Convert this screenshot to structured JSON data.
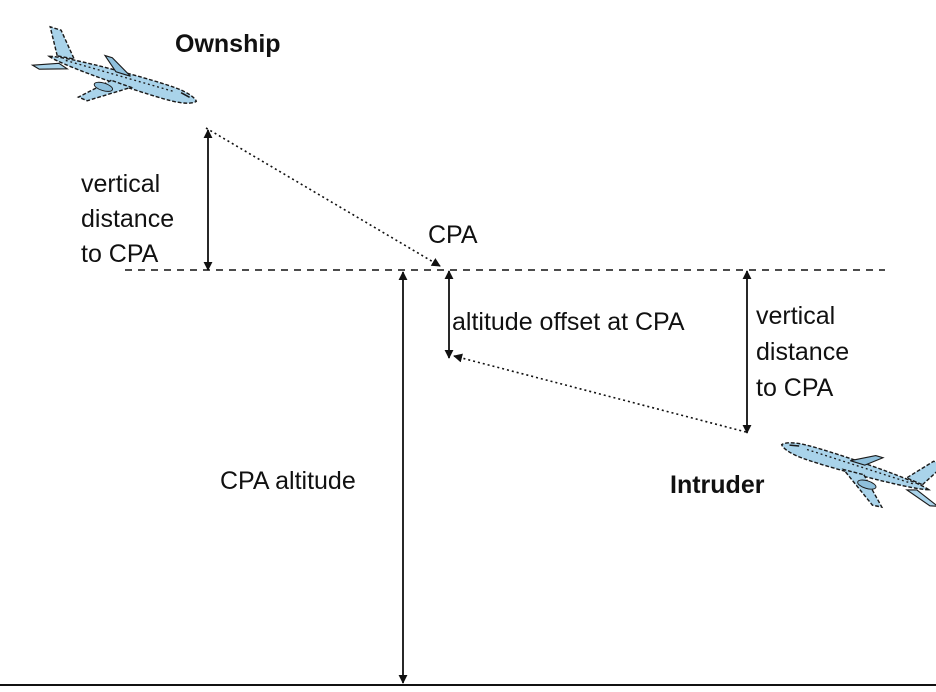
{
  "labels": {
    "ownship": "Ownship",
    "intruder": "Intruder",
    "cpa": "CPA",
    "ownship_vertical_distance": [
      "vertical",
      "distance",
      "to CPA"
    ],
    "intruder_vertical_distance": [
      "vertical",
      "distance",
      "to CPA"
    ],
    "altitude_offset": "altitude offset at CPA",
    "cpa_altitude": "CPA altitude"
  },
  "icons": {
    "ownship": "airplane-icon",
    "intruder": "airplane-icon"
  },
  "colors": {
    "aircraft_body": "#a9d3ea",
    "aircraft_outline": "#1a1a1a",
    "line": "#111111"
  }
}
